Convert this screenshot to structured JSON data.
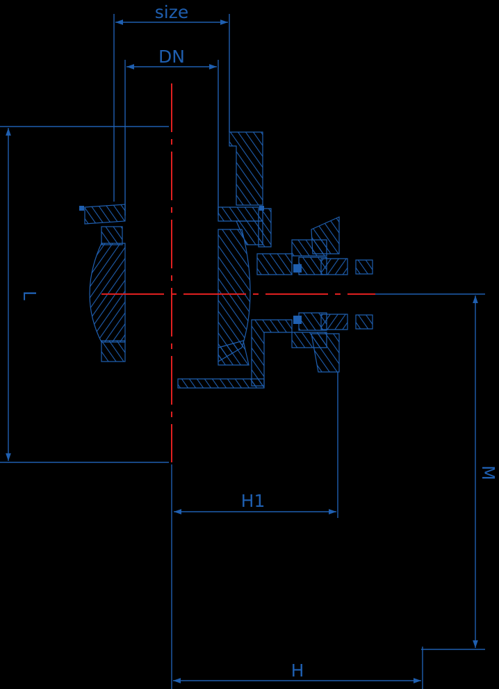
{
  "labels": {
    "size": "size",
    "dn": "DN",
    "l": "L",
    "h1": "H1",
    "m": "M",
    "h": "H"
  },
  "colors": {
    "background": "#000000",
    "line": "#1f5fb0",
    "centerline": "#e02020"
  }
}
